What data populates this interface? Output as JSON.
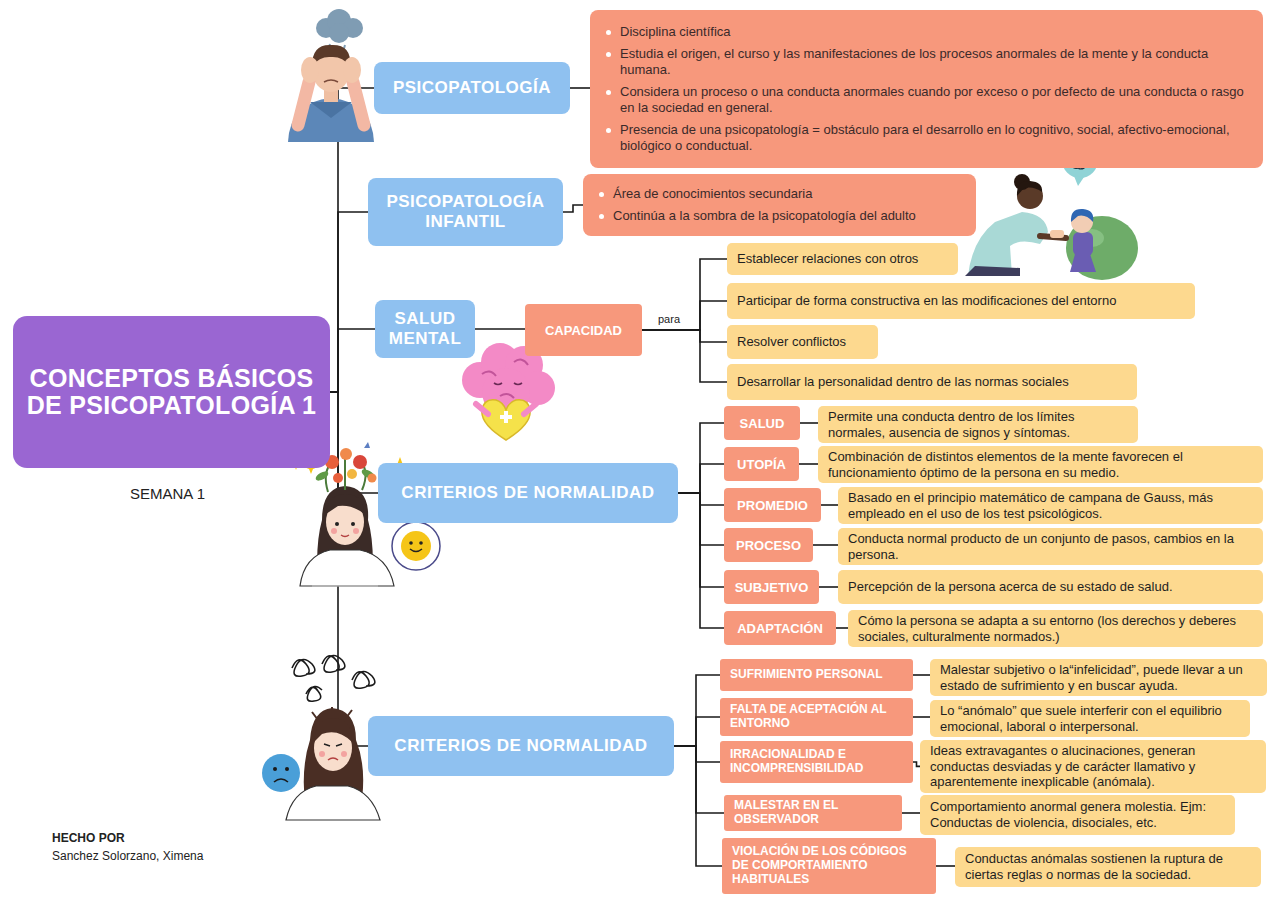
{
  "diagram": {
    "nodes": [
      {
        "text": [
          "CONCEPTOS BÁSICOS DE PSICOPATOLOGÍA 1"
        ]
      },
      {
        "text": [
          "PSICOPATOLOGÍA"
        ]
      },
      {
        "text": [
          "Disciplina científica",
          "Estudia el origen, el curso y las manifestaciones de los procesos anormales de la mente y la conducta humana.",
          "Considera un proceso o una conducta anormales cuando por exceso o por defecto de una conducta o rasgo en la sociedad en general.",
          "Presencia de una psicopatología = obstáculo para el desarrollo en lo cognitivo, social, afectivo-emocional, biológico o conductual."
        ]
      },
      {
        "text": [
          "PSICOPATOLOGÍA INFANTIL"
        ]
      },
      {
        "text": [
          "Área de conocimientos secundaria",
          "Continúa a la sombra de la psicopatología del adulto"
        ]
      },
      {
        "text": [
          "SALUD MENTAL"
        ]
      },
      {
        "text": [
          "CAPACIDAD"
        ]
      },
      {
        "text": [
          "Establecer relaciones con otros"
        ]
      },
      {
        "text": [
          "Participar de forma constructiva en las modificaciones del entorno"
        ]
      },
      {
        "text": [
          "Resolver conflictos"
        ]
      },
      {
        "text": [
          "Desarrollar la personalidad dentro de las normas sociales"
        ]
      },
      {
        "text": [
          "CRITERIOS DE NORMALIDAD"
        ]
      },
      {
        "text": [
          "SALUD"
        ]
      },
      {
        "text": [
          "Permite una conducta dentro de los límites normales, ausencia de signos y síntomas."
        ]
      },
      {
        "text": [
          "UTOPÍA"
        ]
      },
      {
        "text": [
          "Combinación de distintos elementos de la mente favorecen el funcionamiento óptimo de la persona en su medio."
        ]
      },
      {
        "text": [
          "PROMEDIO"
        ]
      },
      {
        "text": [
          "Basado en el principio matemático de campana de Gauss, más empleado en el uso de los test psicológicos."
        ]
      },
      {
        "text": [
          "PROCESO"
        ]
      },
      {
        "text": [
          "Conducta normal producto de un conjunto de pasos, cambios en la persona."
        ]
      },
      {
        "text": [
          "SUBJETIVO"
        ]
      },
      {
        "text": [
          "Percepción de la persona acerca de su estado de salud."
        ]
      },
      {
        "text": [
          "ADAPTACIÓN"
        ]
      },
      {
        "text": [
          "Cómo la persona se adapta a su entorno (los derechos y deberes sociales, culturalmente normados.)"
        ]
      },
      {
        "text": [
          "CRITERIOS DE NORMALIDAD"
        ]
      },
      {
        "text": [
          "SUFRIMIENTO PERSONAL"
        ]
      },
      {
        "text": [
          "Malestar subjetivo o la“infelicidad”, puede llevar a un estado de sufrimiento y en buscar ayuda."
        ]
      },
      {
        "text": [
          "FALTA DE ACEPTACIÓN AL ENTORNO"
        ]
      },
      {
        "text": [
          "Lo “anómalo” que suele interferir con el equilibrio emocional, laboral o interpersonal."
        ]
      },
      {
        "text": [
          "IRRACIONALIDAD E INCOMPRENSIBILIDAD"
        ]
      },
      {
        "text": [
          "Ideas extravagantes o alucinaciones, generan conductas desviadas y de carácter llamativo y aparentemente inexplicable (anómala)."
        ]
      },
      {
        "text": [
          "MALESTAR EN EL OBSERVADOR"
        ]
      },
      {
        "text": [
          "Comportamiento anormal genera molestia. Ejm: Conductas de violencia, disociales, etc."
        ]
      },
      {
        "text": [
          "VIOLACIÓN DE LOS CÓDIGOS DE COMPORTAMIENTO HABITUALES"
        ]
      },
      {
        "text": [
          "Conductas anómalas sostienen la ruptura de ciertas reglas o normas de la sociedad."
        ]
      }
    ],
    "edges": [
      {
        "from": 0,
        "to": 1,
        "arrow": "none"
      },
      {
        "from": 0,
        "to": 3,
        "arrow": "none"
      },
      {
        "from": 0,
        "to": 5,
        "arrow": "none"
      },
      {
        "from": 0,
        "to": 11,
        "arrow": "none"
      },
      {
        "from": 0,
        "to": 24,
        "arrow": "none"
      },
      {
        "from": 1,
        "to": 2,
        "arrow": "none"
      },
      {
        "from": 3,
        "to": 4,
        "arrow": "none"
      },
      {
        "from": 5,
        "to": 6,
        "arrow": "none"
      },
      {
        "from": 6,
        "to": 7,
        "arrow": "none"
      },
      {
        "from": 6,
        "to": 8,
        "arrow": "none"
      },
      {
        "from": 6,
        "to": 9,
        "arrow": "none"
      },
      {
        "from": 6,
        "to": 10,
        "arrow": "none"
      },
      {
        "from": 11,
        "to": 12,
        "arrow": "none"
      },
      {
        "from": 11,
        "to": 14,
        "arrow": "none"
      },
      {
        "from": 11,
        "to": 16,
        "arrow": "none"
      },
      {
        "from": 11,
        "to": 18,
        "arrow": "none"
      },
      {
        "from": 11,
        "to": 20,
        "arrow": "none"
      },
      {
        "from": 11,
        "to": 22,
        "arrow": "none"
      },
      {
        "from": 12,
        "to": 13,
        "arrow": "none"
      },
      {
        "from": 14,
        "to": 15,
        "arrow": "none"
      },
      {
        "from": 16,
        "to": 17,
        "arrow": "none"
      },
      {
        "from": 18,
        "to": 19,
        "arrow": "none"
      },
      {
        "from": 20,
        "to": 21,
        "arrow": "none"
      },
      {
        "from": 22,
        "to": 23,
        "arrow": "none"
      },
      {
        "from": 24,
        "to": 25,
        "arrow": "none"
      },
      {
        "from": 24,
        "to": 27,
        "arrow": "none"
      },
      {
        "from": 24,
        "to": 29,
        "arrow": "none"
      },
      {
        "from": 24,
        "to": 31,
        "arrow": "none"
      },
      {
        "from": 24,
        "to": 33,
        "arrow": "none"
      },
      {
        "from": 25,
        "to": 26,
        "arrow": "none"
      },
      {
        "from": 27,
        "to": 28,
        "arrow": "none"
      },
      {
        "from": 29,
        "to": 30,
        "arrow": "none"
      },
      {
        "from": 31,
        "to": 32,
        "arrow": "none"
      },
      {
        "from": 33,
        "to": 34,
        "arrow": "none"
      }
    ],
    "labels": [
      "para",
      "SEMANA 1",
      "HECHO POR",
      "Sanchez Solorzano, Ximena"
    ]
  }
}
